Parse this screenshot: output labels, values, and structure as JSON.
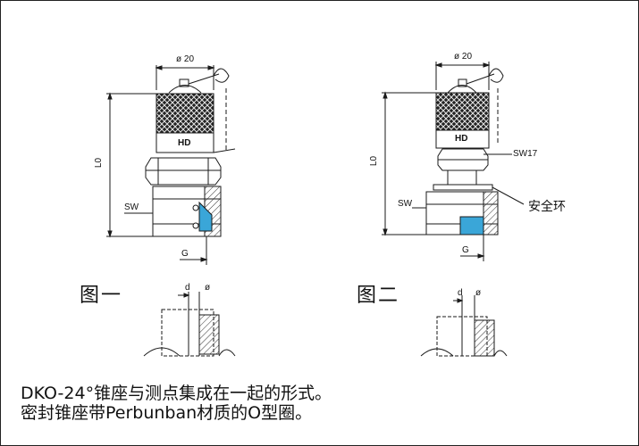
{
  "figures": [
    {
      "caption": "图一",
      "labels": {
        "diameter": "ø 20",
        "length": "L0",
        "wrench": "SW",
        "thread": "G",
        "d": "d",
        "phi": "ø",
        "logo": "HD"
      }
    },
    {
      "caption": "图二",
      "labels": {
        "diameter": "ø 20",
        "length": "L0",
        "wrench": "SW",
        "wrench_small": "SW17",
        "thread": "G",
        "safety_ring": "安全环",
        "d": "d",
        "phi": "ø",
        "logo": "HD"
      }
    }
  ],
  "description": [
    "DKO-24°锥座与测点集成在一起的形式。",
    "密封锥座带Perbunban材质的O型圈。"
  ],
  "colors": {
    "seal": "#3aa6d8",
    "outline": "#1a1a1a",
    "hatch": "#333333"
  }
}
